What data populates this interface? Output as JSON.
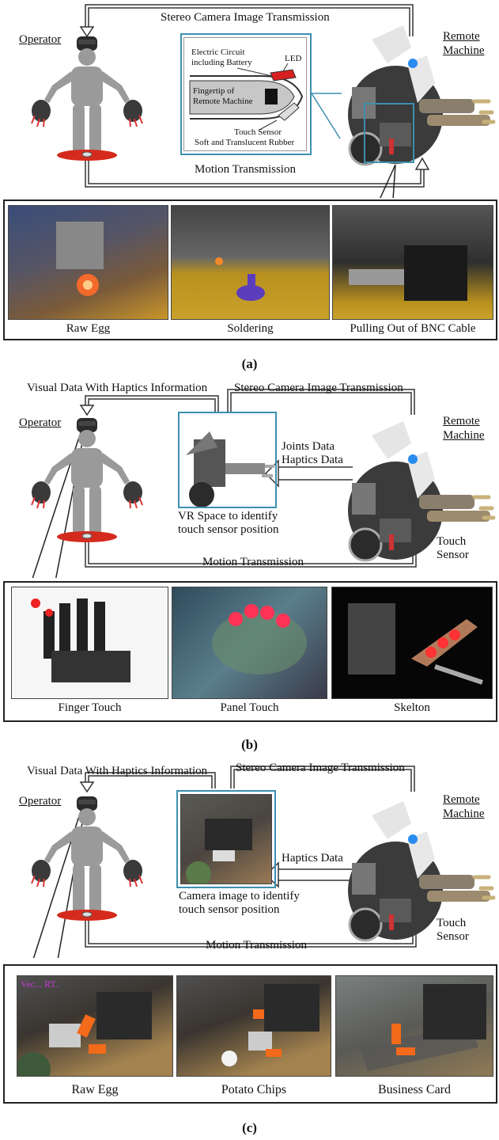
{
  "panel_a": {
    "label": "(a)",
    "operator": "Operator",
    "remote_machine_1": "Remote",
    "remote_machine_2": "Machine",
    "top_arrow": "Stereo Camera Image Transmission",
    "bottom_arrow": "Motion Transmission",
    "inset": {
      "circuit_1": "Electric Circuit",
      "circuit_2": "including Battery",
      "led": "LED",
      "fingertip_1": "Fingertip of",
      "fingertip_2": "Remote Machine",
      "touch_sensor": "Touch Sensor",
      "rubber": "Soft and Translucent Rubber"
    },
    "photos": [
      "Raw Egg",
      "Soldering",
      "Pulling Out of BNC Cable"
    ]
  },
  "panel_b": {
    "label": "(b)",
    "operator": "Operator",
    "remote_machine_1": "Remote",
    "remote_machine_2": "Machine",
    "visual_data": "Visual Data  With Haptics Information",
    "top_arrow": "Stereo Camera Image Transmission",
    "bottom_arrow": "Motion Transmission",
    "joints_data": "Joints Data",
    "haptics_data": "Haptics Data",
    "vr_1": "VR Space to identify",
    "vr_2": "touch sensor position",
    "touch_1": "Touch",
    "touch_2": "Sensor",
    "photos": [
      "Finger Touch",
      "Panel Touch",
      "Skelton"
    ]
  },
  "panel_c": {
    "label": "(c)",
    "operator": "Operator",
    "remote_machine_1": "Remote",
    "remote_machine_2": "Machine",
    "visual_data": "Visual Data  With Haptics Information",
    "top_arrow": "Stereo Camera Image Transmission",
    "bottom_arrow": "Motion Transmission",
    "haptics_data": "Haptics Data",
    "cam_1": "Camera image to identify",
    "cam_2": "touch sensor position",
    "touch_1": "Touch",
    "touch_2": "Sensor",
    "overlay_text": "Vec... RT..",
    "photos": [
      "Raw Egg",
      "Potato Chips",
      "Business Card"
    ]
  }
}
